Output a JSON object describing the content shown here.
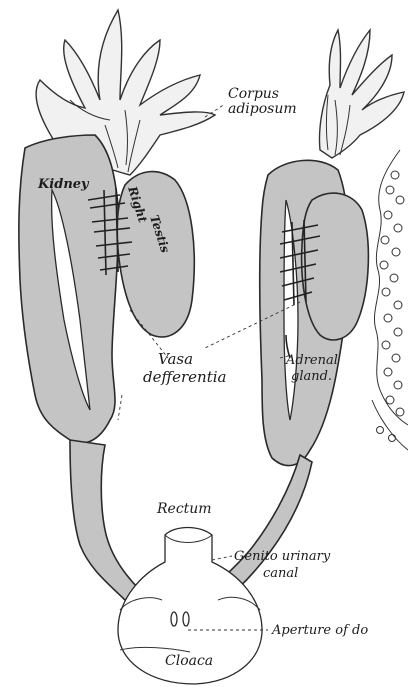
{
  "labels": {
    "corpus_adiposum": [
      "Corpus",
      "adiposum"
    ],
    "kidney": "Kidney",
    "right_testis": [
      "Right",
      "Testis"
    ],
    "vasa_defferentia": [
      "Vasa",
      "defferentia"
    ],
    "adrenal_gland": [
      "Adrenal",
      "gland."
    ],
    "rectum": "Rectum",
    "genito_urinary_canal": [
      "Genito urinary",
      "canal"
    ],
    "aperture": "Aperture of do",
    "cloaca": "Cloaca"
  },
  "colors": {
    "organ_fill": "#c4c4c4",
    "fat_fill": "#f1f1f1",
    "ink": "#2a2a2a",
    "background": "#ffffff"
  }
}
